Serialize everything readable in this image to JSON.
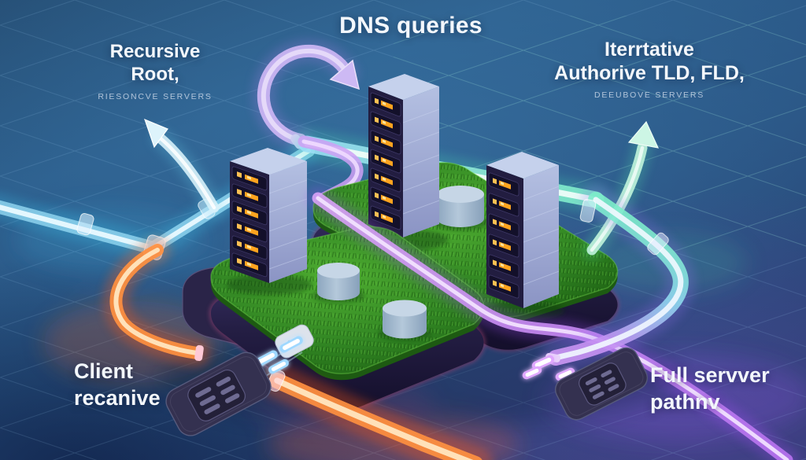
{
  "title": "DNS queries",
  "labels": {
    "top_left": {
      "line1": "Recursive",
      "line2": "Root,",
      "caption": "RIESONCVE SERVERS"
    },
    "top_right": {
      "line1": "Iterrtative",
      "line2": "Authorive TLD, FLD,",
      "caption": "DEEUBOVE SERVERS"
    },
    "bottom_left": {
      "line1": "Client",
      "line2": "recanive"
    },
    "bottom_right": {
      "line1": "Full servver",
      "line2": "pathnv"
    }
  },
  "colors": {
    "background_top": "#2a5a88",
    "background_bottom": "#2b3a6b",
    "grid_line": "#a5d7f5",
    "tube_cyan": "#8fd4ee",
    "tube_mint": "#7ceec8",
    "tube_purple": "#c98df0",
    "tube_orange": "#ff9040",
    "arrow_lavender": "#c9b4f2",
    "grass_green": "#2f8420",
    "server_body": "#aab6dc",
    "server_panel": "#13102a",
    "led_orange": "#ffa41f",
    "platform_dark": "#241e44",
    "rim_pink": "#ff6aa8",
    "text_primary": "#f3f7fc",
    "text_caption": "#ced9ea"
  }
}
